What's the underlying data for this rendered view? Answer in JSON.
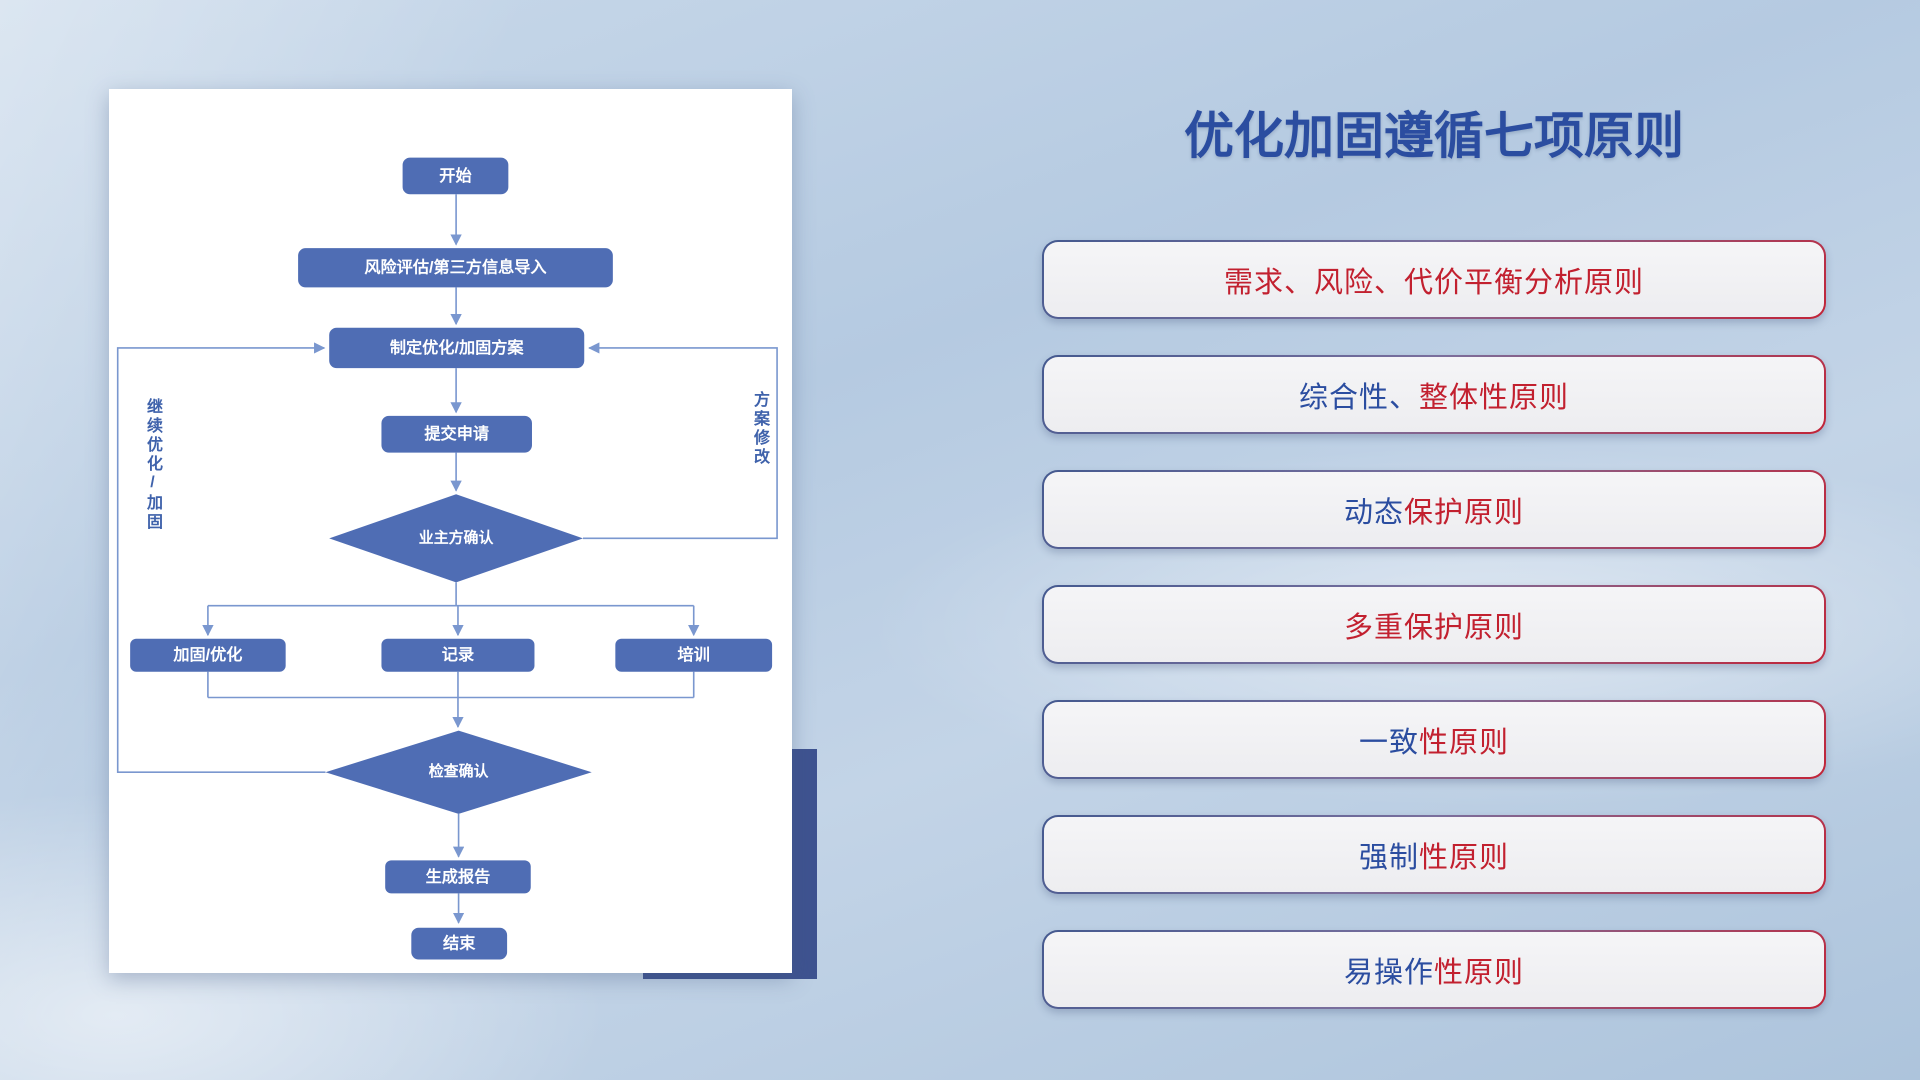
{
  "title": "优化加固遵循七项原则",
  "flowchart": {
    "nodes": {
      "start": "开始",
      "risk_import": "风险评估/第三方信息导入",
      "make_plan": "制定优化/加固方案",
      "submit": "提交申请",
      "owner_confirm": "业主方确认",
      "reinforce": "加固/优化",
      "record": "记录",
      "train": "培训",
      "check_confirm": "检查确认",
      "report": "生成报告",
      "end": "结束"
    },
    "loop_labels": {
      "left": "继续优化/加固",
      "right": "方案修改"
    }
  },
  "principles": [
    {
      "blue": "",
      "red": "需求、风险、代价平衡分析原则"
    },
    {
      "blue": "综合性、",
      "red": "整体性原则"
    },
    {
      "blue": "动态",
      "red": "保护原则"
    },
    {
      "blue": "",
      "red": "多重保护原则"
    },
    {
      "blue": "一致",
      "red": "性原则"
    },
    {
      "blue": "强制",
      "red": "性原则"
    },
    {
      "blue": "易操作",
      "red": "性原则"
    }
  ],
  "colors": {
    "title": "#2b4da0",
    "principle_red": "#c2202f",
    "principle_blue": "#2b4da0",
    "node_fill": "#4f6db4",
    "connector": "#7a97cf",
    "accent_block": "#3e5390",
    "background": "#bcd0e4"
  }
}
